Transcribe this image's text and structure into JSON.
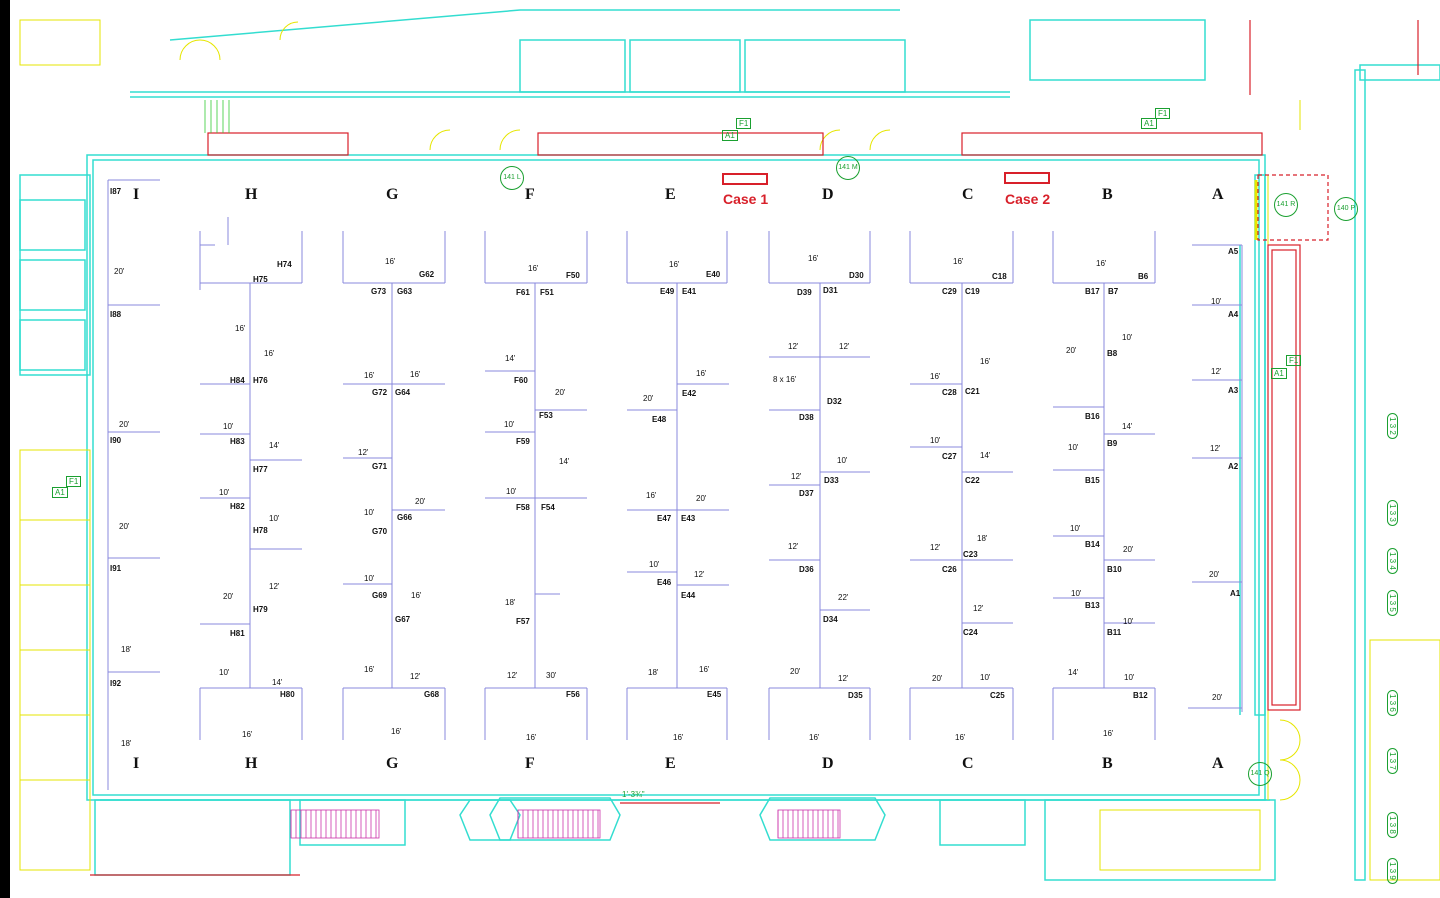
{
  "plan": {
    "aisles": [
      "I",
      "H",
      "G",
      "F",
      "E",
      "D",
      "C",
      "B",
      "A"
    ],
    "cases": [
      {
        "label": "Case 1"
      },
      {
        "label": "Case 2"
      }
    ],
    "booths": [
      "I87",
      "I88",
      "I90",
      "I91",
      "I92",
      "H74",
      "H75",
      "H76",
      "H84",
      "H83",
      "H77",
      "H82",
      "H78",
      "H79",
      "H81",
      "H80",
      "G62",
      "G73",
      "G63",
      "G72",
      "G64",
      "G71",
      "G66",
      "G70",
      "G69",
      "G67",
      "G68",
      "F50",
      "F61",
      "F51",
      "F60",
      "F53",
      "F59",
      "F58",
      "F54",
      "F57",
      "F56",
      "E40",
      "E49",
      "E41",
      "E42",
      "E48",
      "E47",
      "E43",
      "E46",
      "E44",
      "E45",
      "D30",
      "D39",
      "D31",
      "D32",
      "D38",
      "D33",
      "D37",
      "D36",
      "D34",
      "D35",
      "C18",
      "C29",
      "C19",
      "C28",
      "C21",
      "C27",
      "C22",
      "C23",
      "C26",
      "C24",
      "C25",
      "B6",
      "B17",
      "B7",
      "B8",
      "B16",
      "B9",
      "B15",
      "B14",
      "B10",
      "B13",
      "B11",
      "B12",
      "A5",
      "A4",
      "A3",
      "A2",
      "A1"
    ],
    "dimensions": [
      "20'",
      "20'",
      "20'",
      "18'",
      "18'",
      "16'",
      "16'",
      "10'",
      "14'",
      "10'",
      "10'",
      "20'",
      "12'",
      "10'",
      "14'",
      "16'",
      "16'",
      "16'",
      "16'",
      "12'",
      "10'",
      "20'",
      "10'",
      "16'",
      "16'",
      "12'",
      "16'",
      "16'",
      "14'",
      "20'",
      "10'",
      "14'",
      "10'",
      "18'",
      "12'",
      "30'",
      "16'",
      "16'",
      "16'",
      "20'",
      "16'",
      "20'",
      "10'",
      "12'",
      "18'",
      "16'",
      "16'",
      "16'",
      "12'",
      "12'",
      "8 x 16'",
      "10'",
      "12'",
      "12'",
      "22'",
      "20'",
      "12'",
      "16'",
      "16'",
      "16'",
      "16'",
      "10'",
      "14'",
      "18'",
      "12'",
      "12'",
      "20'",
      "10'",
      "16'",
      "16'",
      "10'",
      "20'",
      "14'",
      "10'",
      "10'",
      "20'",
      "10'",
      "10'",
      "14'",
      "10'",
      "16'",
      "10'",
      "12'",
      "12'",
      "20'",
      "20'"
    ],
    "exit_tags": [
      "141 L",
      "141 M",
      "141 R",
      "140 P",
      "141 Q"
    ],
    "fire_tags": [
      "A1",
      "F1",
      "A1",
      "F1",
      "A1",
      "F1",
      "F1",
      "A1"
    ],
    "stair_tags": [
      "1 3 2",
      "1 3 3",
      "1 3 4",
      "1 3 5",
      "1 3 6",
      "1 3 7",
      "1 3 8",
      "1 3 9"
    ],
    "misc_text": [
      "1'-3¾\""
    ]
  },
  "colors": {
    "wall_cyan": "#33ddd0",
    "wall_yellow": "#e6e600",
    "wall_red": "#d8202a",
    "booth_line": "#8888dd",
    "tag_green": "#1aa030",
    "stair_magenta": "#cc33aa"
  }
}
